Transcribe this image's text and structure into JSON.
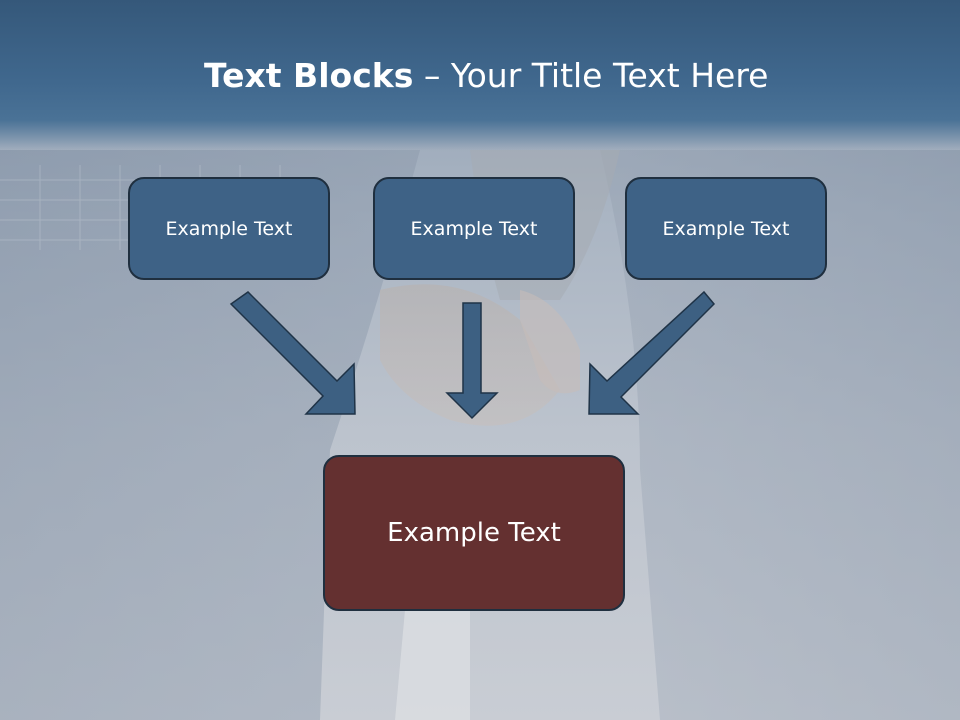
{
  "title": {
    "bold": "Text Blocks",
    "separator": " – ",
    "rest": "Your Title Text Here"
  },
  "boxes": [
    {
      "label": "Example Text"
    },
    {
      "label": "Example Text"
    },
    {
      "label": "Example Text"
    }
  ],
  "main_box": {
    "label": "Example Text"
  },
  "colors": {
    "title_band": "#40688e",
    "top_box_fill": "#3e6286",
    "main_box_fill": "#643030",
    "box_border": "#1f2f3f",
    "arrow_fill": "#3d6082"
  }
}
